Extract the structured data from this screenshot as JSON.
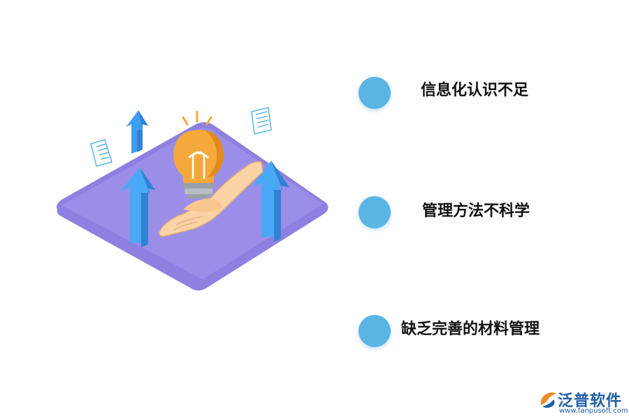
{
  "items": [
    {
      "label": "信息化认识不足"
    },
    {
      "label": "管理方法不科学"
    },
    {
      "label": "缺乏完善的材料管理"
    }
  ],
  "brand": {
    "name": "泛普软件",
    "url": "www.fanpusoft.com"
  },
  "colors": {
    "dot": "#5ab4e4",
    "platform": "#9a8ee8",
    "arrow": "#3f9ef0",
    "bulb": "#f5a93a",
    "hand": "#fbd3a7",
    "brand": "#1e5da8"
  },
  "icons": [
    "lightbulb-icon",
    "hand-icon",
    "up-arrow-icon",
    "document-icon",
    "fanpu-logo-icon"
  ]
}
